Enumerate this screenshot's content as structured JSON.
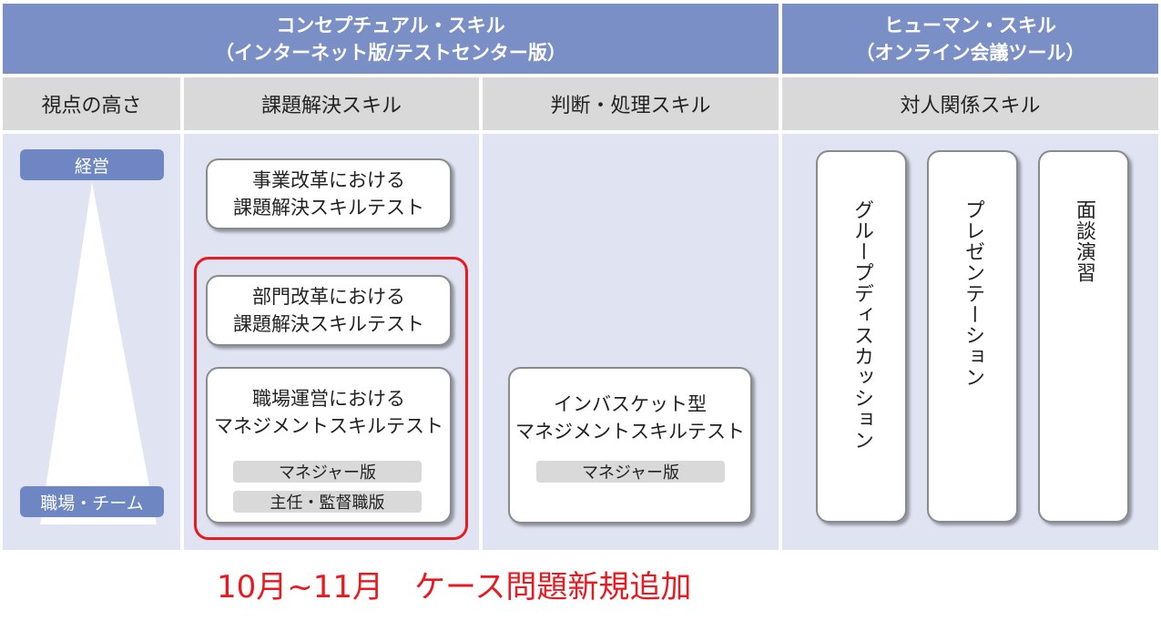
{
  "headers": {
    "conceptual": {
      "line1": "コンセプチュアル・スキル",
      "line2": "（インターネット版/テストセンター版）"
    },
    "human": {
      "line1": "ヒューマン・スキル",
      "line2": "（オンライン会議ツール）"
    }
  },
  "subheaders": {
    "perspective": "視点の高さ",
    "problem_solving": "課題解決スキル",
    "judgment": "判断・処理スキル",
    "interpersonal": "対人関係スキル"
  },
  "perspective": {
    "top": "経営",
    "bottom": "職場・チーム"
  },
  "problem_solving_tests": [
    {
      "line1": "事業改革における",
      "line2": "課題解決スキルテスト"
    },
    {
      "line1": "部門改革における",
      "line2": "課題解決スキルテスト"
    },
    {
      "line1": "職場運営における",
      "line2": "マネジメントスキルテスト",
      "editions": [
        "マネジャー版",
        "主任・監督職版"
      ]
    }
  ],
  "judgment_test": {
    "line1": "インバスケット型",
    "line2": "マネジメントスキルテスト",
    "edition": "マネジャー版"
  },
  "interpersonal_exercises": [
    "グループディスカッション",
    "プレゼンテーション",
    "面談演習"
  ],
  "note": "10月~11月　ケース問題新規追加",
  "colors": {
    "header": "#7a8fc6",
    "column": "#dfe3f2",
    "accent_red": "#e8191f",
    "pill": "#6e87c3"
  }
}
